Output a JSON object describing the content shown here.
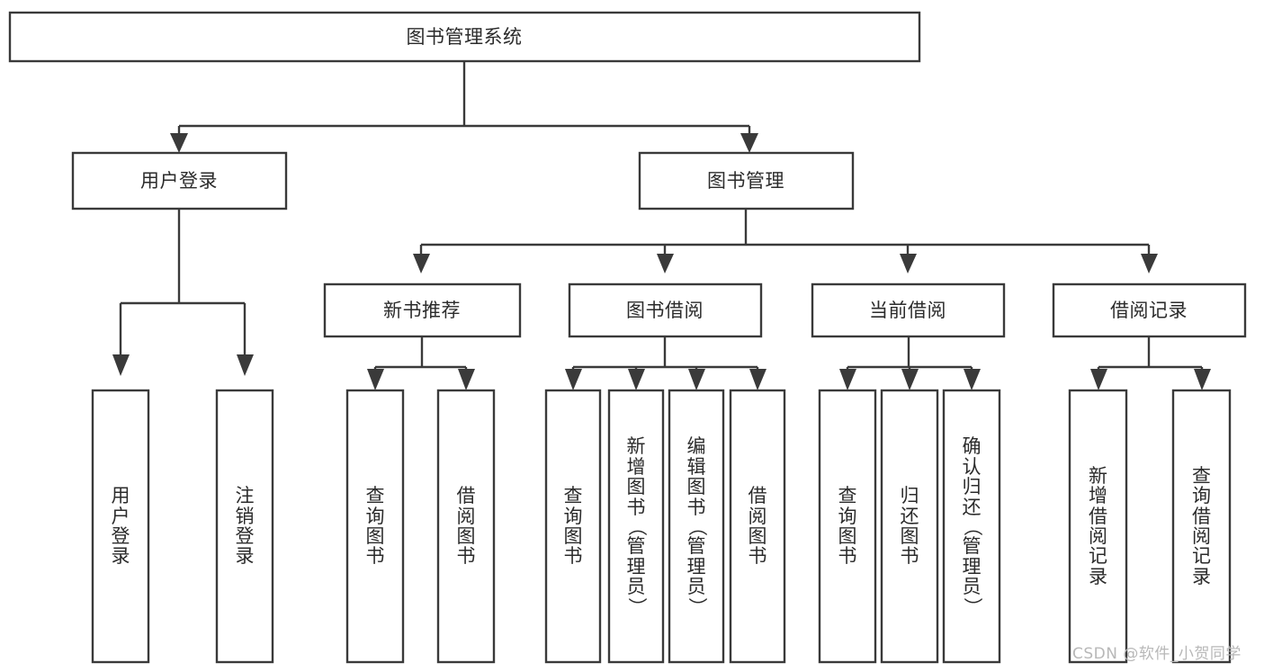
{
  "diagram": {
    "type": "tree-hierarchy",
    "title": "图书管理系统",
    "orientation": "top-down",
    "watermark": "CSDN @软件_小贺同学",
    "colors": {
      "box_stroke": "#3a3a3a",
      "box_fill": "#ffffff",
      "connector": "#3a3a3a",
      "text": "#2b2b2b",
      "background": "#ffffff",
      "watermark": "#b8b8b8"
    },
    "root": {
      "label": "图书管理系统"
    },
    "level2": [
      {
        "label": "用户登录"
      },
      {
        "label": "图书管理"
      }
    ],
    "level3": [
      {
        "label": "新书推荐"
      },
      {
        "label": "图书借阅"
      },
      {
        "label": "当前借阅"
      },
      {
        "label": "借阅记录"
      }
    ],
    "leaves_user_login": [
      {
        "label": "用户登录"
      },
      {
        "label": "注销登录"
      }
    ],
    "leaves_new_book": [
      {
        "label": "查询图书"
      },
      {
        "label": "借阅图书"
      }
    ],
    "leaves_borrow": [
      {
        "label": "查询图书"
      },
      {
        "label": "新增图书（管理员）"
      },
      {
        "label": "编辑图书（管理员）"
      },
      {
        "label": "借阅图书"
      }
    ],
    "leaves_current": [
      {
        "label": "查询图书"
      },
      {
        "label": "归还图书"
      },
      {
        "label": "确认归还（管理员）"
      }
    ],
    "leaves_records": [
      {
        "label": "新增借阅记录"
      },
      {
        "label": "查询借阅记录"
      }
    ]
  }
}
